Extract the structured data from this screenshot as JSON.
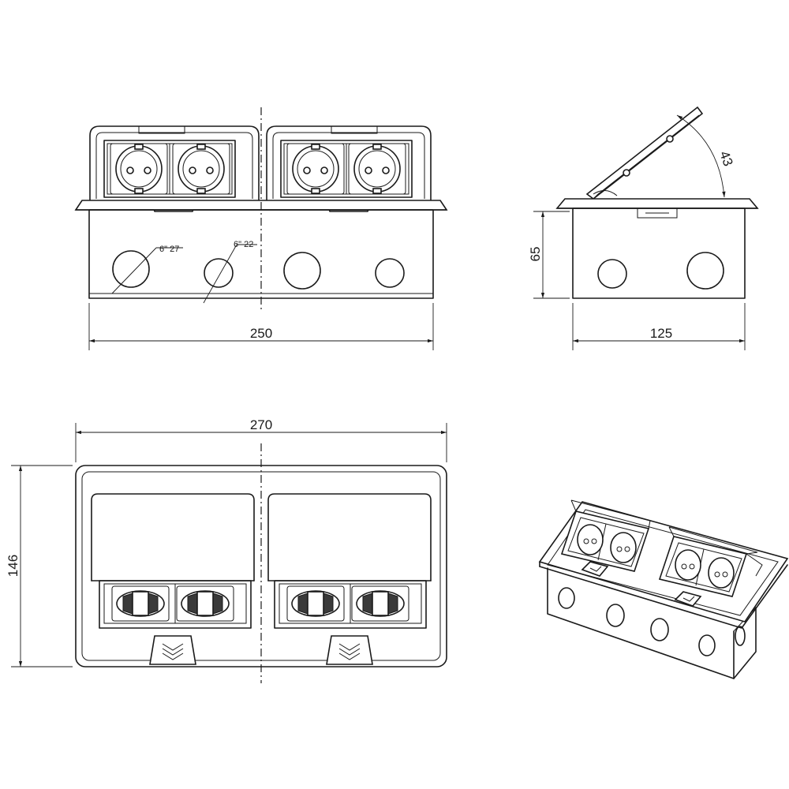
{
  "front_view": {
    "width_label": "250",
    "hole_large_label": "6\" 27",
    "hole_small_label": "6\" 22"
  },
  "side_view": {
    "depth_label": "125",
    "height_label": "65",
    "angle_label": "43"
  },
  "top_view": {
    "width_label": "270",
    "height_label": "146"
  }
}
